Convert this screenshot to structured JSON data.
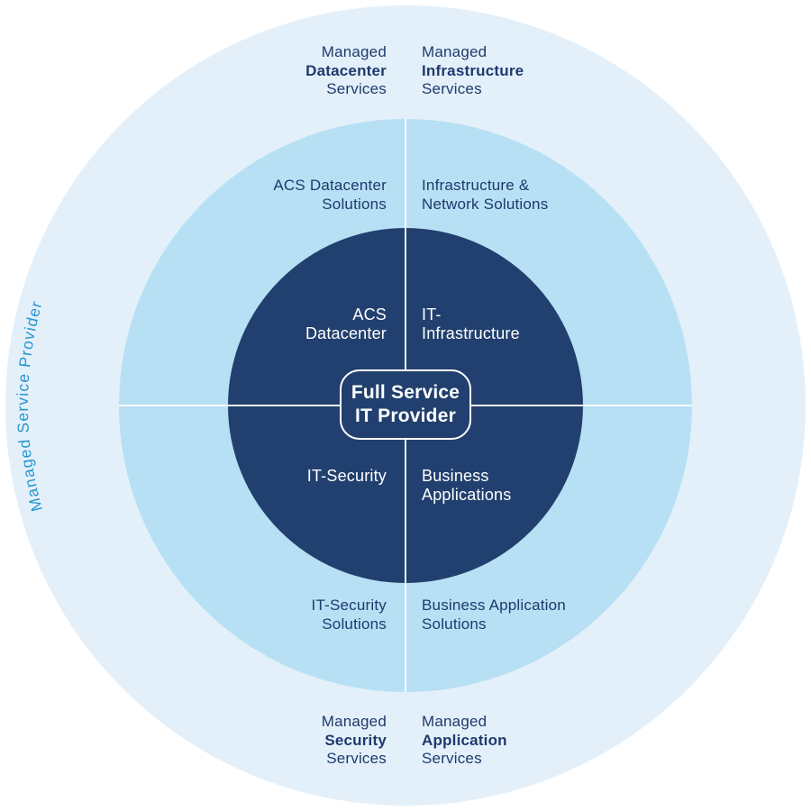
{
  "colors": {
    "background": "#ffffff",
    "outer_ring": "#e3f0fa",
    "middle_ring": "#b7e0f4",
    "inner_circle": "#21406f",
    "label_text": "#1e3a6d",
    "inner_label_text": "#ffffff",
    "curved_label_text": "#2796cf",
    "divider_line": "#ffffff",
    "center_box_border": "#ffffff"
  },
  "outer_ring": {
    "curved_label": "Managed Service Provider",
    "top_left": {
      "l1": "Managed",
      "l2": "Datacenter",
      "l3": "Services"
    },
    "top_right": {
      "l1": "Managed",
      "l2": "Infrastructure",
      "l3": "Services"
    },
    "bottom_left": {
      "l1": "Managed",
      "l2": "Security",
      "l3": "Services"
    },
    "bottom_right": {
      "l1": "Managed",
      "l2": "Application",
      "l3": "Services"
    }
  },
  "middle_ring": {
    "top_left": {
      "l1": "ACS Datacenter",
      "l2": "Solutions"
    },
    "top_right": {
      "l1": "Infrastructure &",
      "l2": "Network Solutions"
    },
    "bottom_left": {
      "l1": "IT-Security",
      "l2": "Solutions"
    },
    "bottom_right": {
      "l1": "Business Application",
      "l2": "Solutions"
    }
  },
  "inner_circle": {
    "top_left": {
      "l1": "ACS",
      "l2": "Datacenter"
    },
    "top_right": {
      "l1": "IT-",
      "l2": "Infrastructure"
    },
    "bottom_left": {
      "l1": "IT-Security"
    },
    "bottom_right": {
      "l1": "Business",
      "l2": "Applications"
    }
  },
  "center_box": {
    "l1": "Full Service",
    "l2": "IT Provider"
  }
}
